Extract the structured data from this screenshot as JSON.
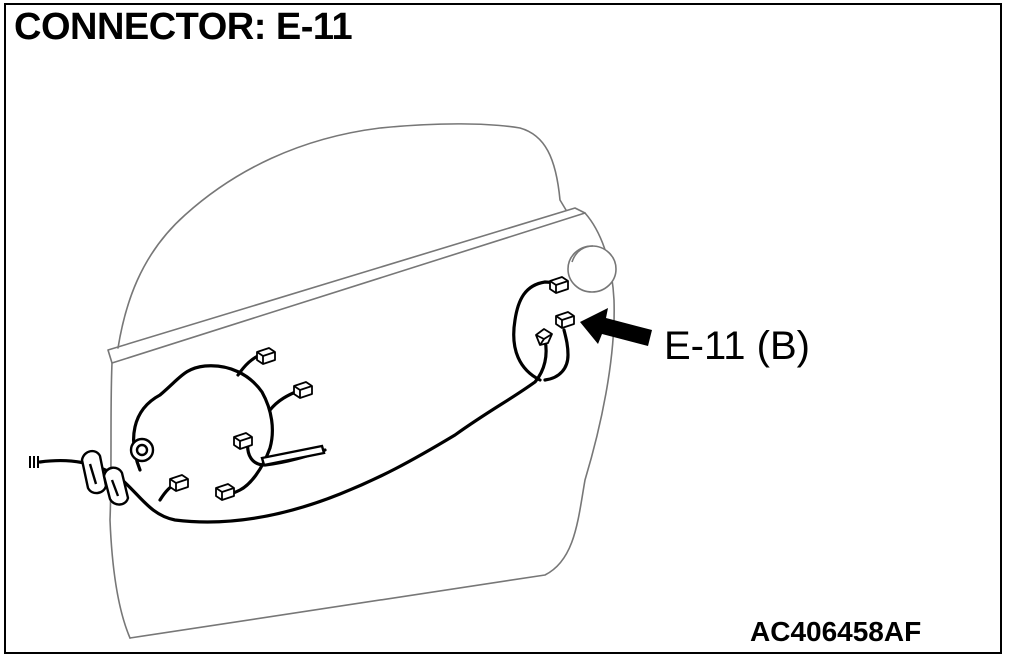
{
  "figure": {
    "title": "CONNECTOR: E-11",
    "callout_label": "E-11 (B)",
    "figure_id": "AC406458AF"
  },
  "colors": {
    "line": "#000000",
    "door_outline": "#777777",
    "background": "#ffffff"
  },
  "icons": {
    "pointer": "arrow-left-icon",
    "connector": "connector-icon",
    "grommet": "grommet-icon"
  }
}
